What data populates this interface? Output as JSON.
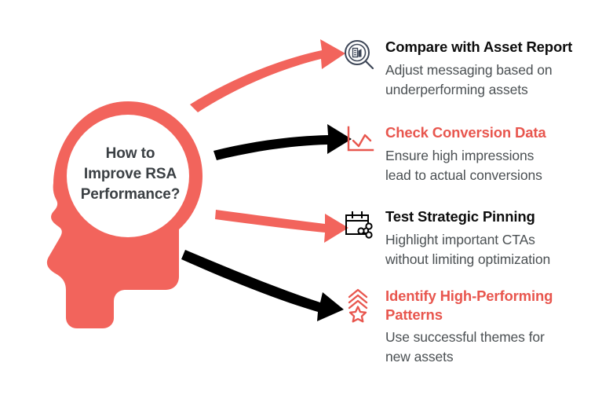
{
  "theme": {
    "accent": "#f2645c",
    "accent_text": "#e8564e",
    "arrow_dark": "#000000",
    "title_dark": "#0d0d0d",
    "body_text": "#4b5053",
    "icon_navy": "#3d4657",
    "background": "#ffffff"
  },
  "center": {
    "label": "How to Improve RSA Performance?",
    "lines": [
      "How to",
      "Improve RSA",
      "Performance?"
    ],
    "shape": "head-profile-silhouette",
    "shape_fill": "#f2645c",
    "inner_circle_fill": "#ffffff"
  },
  "arrows": [
    {
      "name": "arrow-to-compare-with-asset-report",
      "color": "#f2645c",
      "direction": "up-right",
      "target": 0
    },
    {
      "name": "arrow-to-check-conversion-data",
      "color": "#000000",
      "direction": "right-slight-up",
      "target": 1
    },
    {
      "name": "arrow-to-test-strategic-pinning",
      "color": "#f2645c",
      "direction": "right-slight-down",
      "target": 2
    },
    {
      "name": "arrow-to-identify-high-performing-patterns",
      "color": "#000000",
      "direction": "down-right",
      "target": 3
    }
  ],
  "items": [
    {
      "id": "compare-with-asset-report",
      "icon": "magnifier-report-icon",
      "icon_color": "#3d4657",
      "title": "Compare with Asset Report",
      "title_color": "dark",
      "description": "Adjust messaging based on underperforming assets",
      "description_lines": [
        "Adjust messaging based on",
        "underperforming assets"
      ]
    },
    {
      "id": "check-conversion-data",
      "icon": "line-chart-icon",
      "icon_color": "#e8564e",
      "title": "Check Conversion Data",
      "title_color": "coral",
      "description": "Ensure high impressions lead to actual conversions",
      "description_lines": [
        "Ensure high impressions",
        "lead to actual conversions"
      ]
    },
    {
      "id": "test-strategic-pinning",
      "icon": "calendar-share-icon",
      "icon_color": "#000000",
      "title": "Test Strategic Pinning",
      "title_color": "dark",
      "description": "Highlight important CTAs without limiting optimization",
      "description_lines": [
        "Highlight important CTAs",
        "without limiting optimization"
      ]
    },
    {
      "id": "identify-high-performing-patterns",
      "icon": "chevrons-star-icon",
      "icon_color": "#e8564e",
      "title": "Identify High-Performing Patterns",
      "title_color": "coral",
      "description": "Use successful themes for new assets",
      "description_lines": [
        "Use successful themes for",
        "new assets"
      ]
    }
  ]
}
